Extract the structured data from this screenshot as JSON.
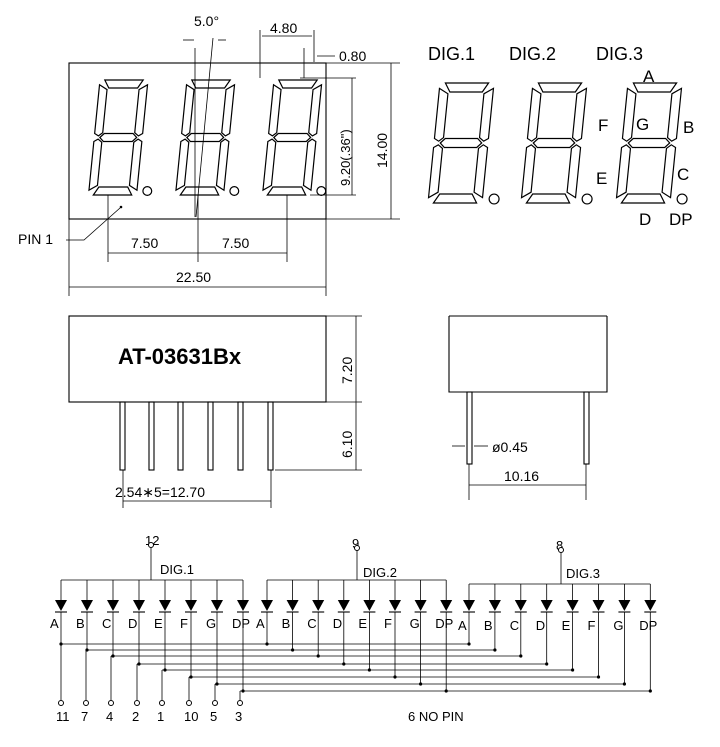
{
  "part_number": "AT-03631Bx",
  "digit_labels": [
    "DIG.1",
    "DIG.2",
    "DIG.3"
  ],
  "segment_letters": {
    "a": "A",
    "b": "B",
    "c": "C",
    "d": "D",
    "e": "E",
    "f": "F",
    "g": "G",
    "dp": "DP"
  },
  "dimensions": {
    "slant": "5.0°",
    "digit_width": "4.80",
    "seg_width": "0.80",
    "digit_height": "9.20(.36\")",
    "body_height": "14.00",
    "pitch_a": "7.50",
    "pitch_b": "7.50",
    "body_width": "22.50",
    "side_height": "7.20",
    "pin_length": "6.10",
    "pin_diameter": "ø0.45",
    "row_spacing": "10.16",
    "pin_pitch": "2.54∗5=12.70"
  },
  "pin1_label": "PIN 1",
  "common_pins": [
    "12",
    "9",
    "8"
  ],
  "schematic_digit_labels": [
    "DIG.1",
    "DIG.2",
    "DIG.3"
  ],
  "schematic_segments": [
    "A",
    "B",
    "C",
    "D",
    "E",
    "F",
    "G",
    "DP"
  ],
  "segment_pins": [
    "11",
    "7",
    "4",
    "2",
    "1",
    "10",
    "5",
    "3"
  ],
  "no_pin_note": "6 NO PIN"
}
